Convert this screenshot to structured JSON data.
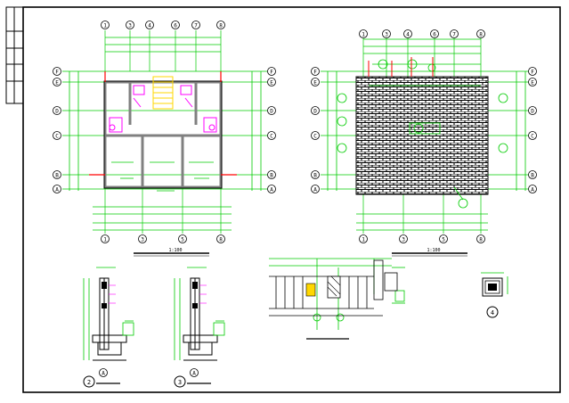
{
  "drawing": {
    "plan_scale_left": "1:100",
    "plan_scale_right": "1:100",
    "plan_top_axes_left": [
      "1",
      "3",
      "4",
      "6",
      "7",
      "8"
    ],
    "plan_bottom_axes_left": [
      "1",
      "3",
      "5",
      "8"
    ],
    "plan_row_axes": [
      "F",
      "E",
      "D",
      "C",
      "B",
      "A"
    ],
    "plan_top_axes_right": [
      "1",
      "3",
      "4",
      "6",
      "7",
      "8"
    ],
    "plan_bottom_axes_right": [
      "1",
      "3",
      "5",
      "8"
    ],
    "section_axis_label": "A",
    "detail_markers": [
      "2",
      "3",
      "4"
    ],
    "colors": {
      "line": "#000000",
      "green": "#00cc00",
      "magenta": "#ff00ff",
      "red": "#ff0000",
      "yellow": "#ffd700",
      "grey": "#808080"
    }
  }
}
